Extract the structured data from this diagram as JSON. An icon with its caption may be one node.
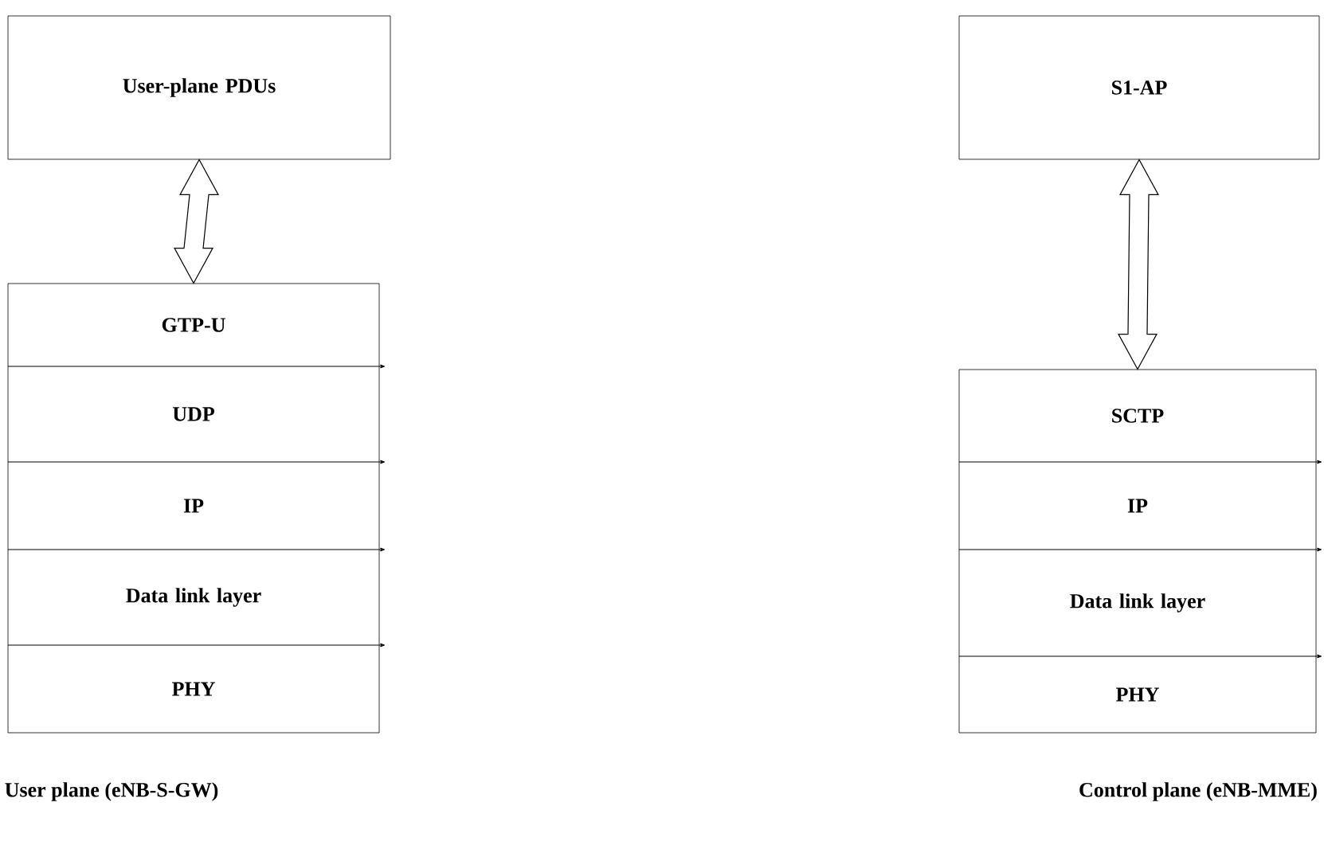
{
  "diagram": {
    "nodes": [
      {
        "text": [
          "User-plane PDUs"
        ]
      },
      {
        "text": [],
        "shape": "box"
      },
      {
        "text": [
          "GTP-U"
        ],
        "in": 1
      },
      {
        "text": [
          "UDP"
        ],
        "in": 1
      },
      {
        "text": [
          "IP"
        ],
        "in": 1
      },
      {
        "text": [
          "Data link layer"
        ],
        "in": 1
      },
      {
        "text": [
          "PHY"
        ],
        "in": 1
      },
      {
        "text": [
          "S1-AP"
        ]
      },
      {
        "text": [],
        "shape": "box"
      },
      {
        "text": [
          "SCTP"
        ],
        "in": 8
      },
      {
        "text": [
          "IP"
        ],
        "in": 8
      },
      {
        "text": [
          "Data link layer"
        ],
        "in": 8
      },
      {
        "text": [
          "PHY"
        ],
        "in": 8
      }
    ],
    "edges": [
      {
        "from": 0,
        "to": 1,
        "arrow": "both"
      },
      {
        "from": 7,
        "to": 8,
        "arrow": "both"
      }
    ],
    "labels": [
      "User plane (eNB-S-GW)",
      "Control plane (eNB-MME)"
    ]
  }
}
